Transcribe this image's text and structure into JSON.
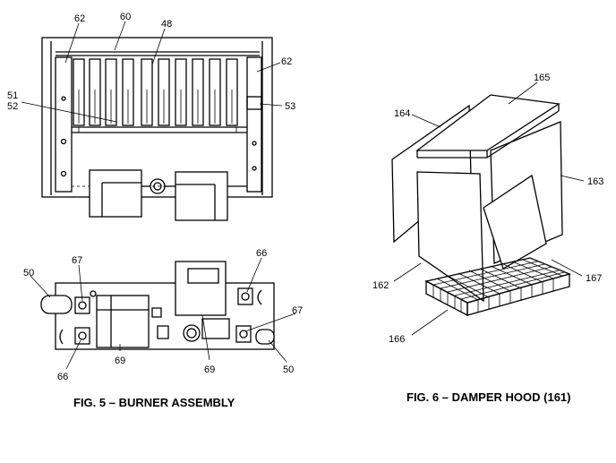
{
  "figures": [
    {
      "id": "fig5",
      "caption": "FIG. 5 – BURNER ASSEMBLY",
      "callouts": [
        "62",
        "60",
        "48",
        "62",
        "51",
        "52",
        "53",
        "50",
        "67",
        "66",
        "67",
        "66",
        "69",
        "69",
        "50"
      ]
    },
    {
      "id": "fig6",
      "caption": "FIG. 6 – DAMPER HOOD (161)",
      "callouts": [
        "165",
        "164",
        "163",
        "162",
        "167",
        "166"
      ]
    }
  ]
}
